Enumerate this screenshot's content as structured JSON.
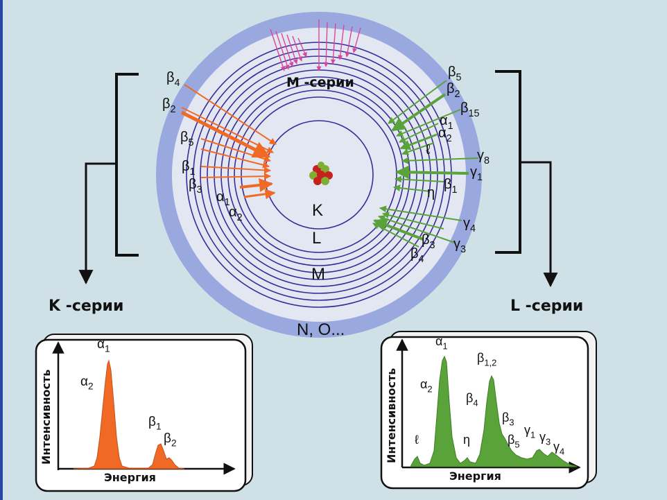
{
  "shells": {
    "K": "K",
    "L": "L",
    "M": "M",
    "outer": "N, O..."
  },
  "m_series_label": "M -серии",
  "k_series_label": "K -серии",
  "l_series_label": "L -серии",
  "k_lines": [
    {
      "g": "β",
      "s": "4"
    },
    {
      "g": "β",
      "s": "2"
    },
    {
      "g": "β",
      "s": "5"
    },
    {
      "g": "β",
      "s": "1"
    },
    {
      "g": "β",
      "s": "3"
    },
    {
      "g": "α",
      "s": "1"
    },
    {
      "g": "α",
      "s": "2"
    }
  ],
  "l_lines": [
    {
      "g": "β",
      "s": "5"
    },
    {
      "g": "β",
      "s": "2"
    },
    {
      "g": "β",
      "s": "15"
    },
    {
      "g": "α",
      "s": "1"
    },
    {
      "g": "α",
      "s": "2"
    },
    {
      "g": "ℓ",
      "s": ""
    },
    {
      "g": "γ",
      "s": "8"
    },
    {
      "g": "γ",
      "s": "1"
    },
    {
      "g": "β",
      "s": "1"
    },
    {
      "g": "η",
      "s": ""
    },
    {
      "g": "γ",
      "s": "4"
    },
    {
      "g": "β",
      "s": "3"
    },
    {
      "g": "γ",
      "s": "3"
    },
    {
      "g": "β",
      "s": "4"
    }
  ],
  "k_spectrum": {
    "ylabel": "Интенсивность",
    "xlabel": "Энергия",
    "peaks": [
      {
        "g": "α",
        "s": "1"
      },
      {
        "g": "α",
        "s": "2"
      },
      {
        "g": "β",
        "s": "1"
      },
      {
        "g": "β",
        "s": "2"
      }
    ]
  },
  "l_spectrum": {
    "ylabel": "Интенсивность",
    "xlabel": "Энергия",
    "peaks": [
      {
        "g": "α",
        "s": "1"
      },
      {
        "g": "α",
        "s": "2"
      },
      {
        "g": "β",
        "s": "1,2"
      },
      {
        "g": "β",
        "s": "4"
      },
      {
        "g": "ℓ",
        "s": ""
      },
      {
        "g": "η",
        "s": ""
      },
      {
        "g": "β",
        "s": "3"
      },
      {
        "g": "β",
        "s": "5"
      },
      {
        "g": "γ",
        "s": "1"
      },
      {
        "g": "γ",
        "s": "3"
      },
      {
        "g": "γ",
        "s": "4"
      }
    ]
  },
  "colors": {
    "k_series": "#f06a26",
    "l_series": "#5aa23a",
    "m_series": "#d9479c",
    "shell_ring": "#9aa8e0",
    "orbit": "#3a2a9a"
  }
}
